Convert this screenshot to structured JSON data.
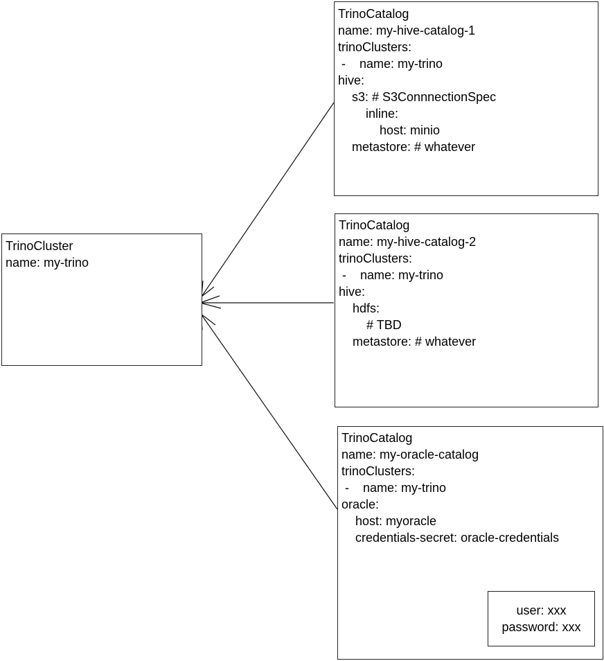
{
  "cluster": {
    "lines": [
      "TrinoCluster",
      "name: my-trino"
    ]
  },
  "catalogs": [
    {
      "lines": [
        "TrinoCatalog",
        "name: my-hive-catalog-1",
        "trinoClusters:",
        " -    name: my-trino",
        "hive:",
        "    s3: # S3ConnnectionSpec",
        "        inline:",
        "            host: minio",
        "    metastore: # whatever"
      ]
    },
    {
      "lines": [
        "TrinoCatalog",
        "name: my-hive-catalog-2",
        "trinoClusters:",
        " -    name: my-trino",
        "hive:",
        "    hdfs:",
        "        # TBD",
        "    metastore: # whatever"
      ]
    },
    {
      "lines": [
        "TrinoCatalog",
        "name: my-oracle-catalog",
        "trinoClusters:",
        " -    name: my-trino",
        "oracle:",
        "    host: myoracle",
        "    credentials-secret: oracle-credentials"
      ]
    }
  ],
  "secret": {
    "lines": [
      "user: xxx",
      "password: xxx"
    ]
  }
}
